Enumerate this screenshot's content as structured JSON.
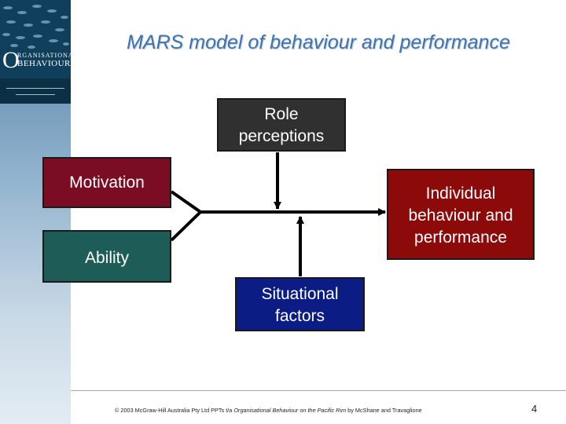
{
  "slide": {
    "title": "MARS model of behaviour and performance",
    "page_number": "4"
  },
  "logo": {
    "letter": "O",
    "word1": "RGANISATIONAL",
    "word2": "BEHAVIOUR"
  },
  "nodes": {
    "role_perceptions": [
      "Role",
      "perceptions"
    ],
    "motivation": [
      "Motivation"
    ],
    "ability": [
      "Ability"
    ],
    "individual_behaviour": [
      "Individual",
      "behaviour and",
      "performance"
    ],
    "situational_factors": [
      "Situational",
      "factors"
    ]
  },
  "footer": {
    "prefix": "© 2003 McGraw-Hill Australia Pty Ltd PPTs t/a ",
    "book_title": "Organisational Behaviour on the Pacific Rim",
    "suffix": " by McShane and Travaglione"
  },
  "colors": {
    "title": "#3f73b0",
    "role": "#303030",
    "motivation": "#7a0d24",
    "ability": "#1d5c57",
    "individual": "#8c0a0a",
    "situational": "#0c1c85"
  }
}
